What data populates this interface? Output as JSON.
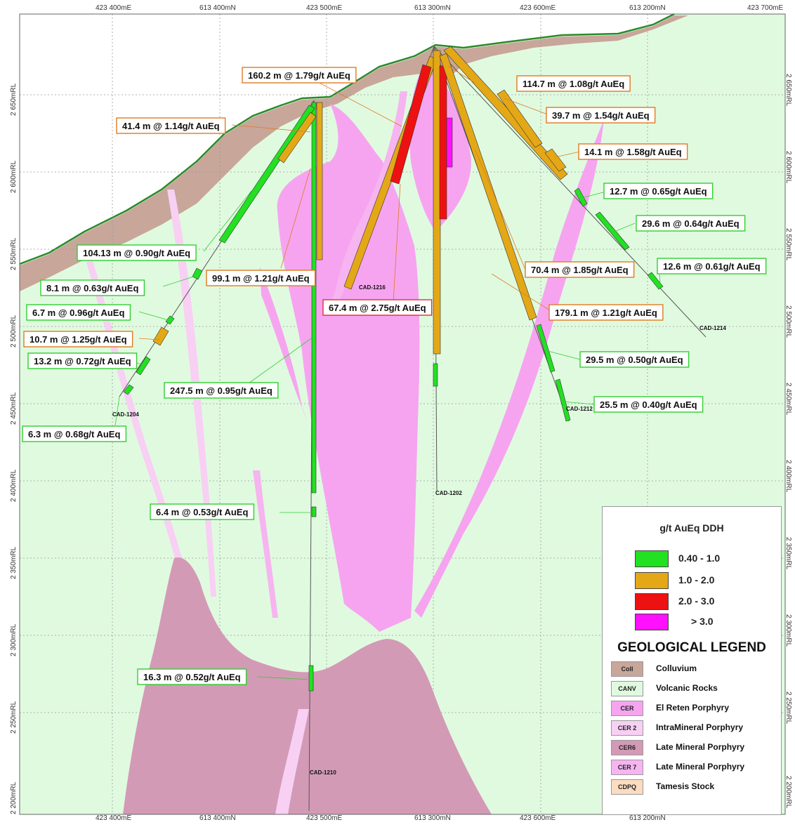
{
  "axes": {
    "top": [
      "423 400mE",
      "613 400mN",
      "423 500mE",
      "613 300mN",
      "423 600mE",
      "613 200mN",
      "423 700mE"
    ],
    "bottom": [
      "423 400mE",
      "613 400mN",
      "423 500mE",
      "613 300mN",
      "423 600mE",
      "613 200mN"
    ],
    "left": [
      "2 650mRL",
      "2 600mRL",
      "2 550mRL",
      "2 500mRL",
      "2 450mRL",
      "2 400mRL",
      "2 350mRL",
      "2 300mRL",
      "2 250mRL",
      "2 200mRL"
    ],
    "right": [
      "2 650mRL",
      "2 600mRL",
      "2 550mRL",
      "2 500mRL",
      "2 450mRL",
      "2 400mRL",
      "2 350mRL",
      "2 300mRL",
      "2 250mRL",
      "2 200mRL"
    ]
  },
  "drillholes": [
    "CAD-1216",
    "CAD-1214",
    "CAD-1212",
    "CAD-1202",
    "CAD-1204",
    "CAD-1210"
  ],
  "intercepts": [
    {
      "text": "160.2 m @ 1.79g/t AuEq",
      "border": "#e07b1f"
    },
    {
      "text": "114.7 m @ 1.08g/t AuEq",
      "border": "#e07b1f"
    },
    {
      "text": "41.4 m @ 1.14g/t AuEq",
      "border": "#e07b1f"
    },
    {
      "text": "39.7 m @ 1.54g/t AuEq",
      "border": "#e07b1f"
    },
    {
      "text": "14.1 m @ 1.58g/t AuEq",
      "border": "#e07b1f"
    },
    {
      "text": "12.7 m @ 0.65g/t AuEq",
      "border": "#2fcf2f"
    },
    {
      "text": "29.6 m @ 0.64g/t AuEq",
      "border": "#2fcf2f"
    },
    {
      "text": "104.13 m @ 0.90g/t AuEq",
      "border": "#2fcf2f"
    },
    {
      "text": "70.4 m @ 1.85g/t AuEq",
      "border": "#e07b1f"
    },
    {
      "text": "12.6 m @ 0.61g/t AuEq",
      "border": "#2fcf2f"
    },
    {
      "text": "99.1 m @ 1.21g/t AuEq",
      "border": "#e07b1f"
    },
    {
      "text": "8.1 m @ 0.63g/t AuEq",
      "border": "#2fcf2f"
    },
    {
      "text": "67.4 m @ 2.75g/t AuEq",
      "border": "#e03030"
    },
    {
      "text": "6.7 m @ 0.96g/t AuEq",
      "border": "#2fcf2f"
    },
    {
      "text": "179.1 m @ 1.21g/t AuEq",
      "border": "#e07b1f"
    },
    {
      "text": "10.7 m @ 1.25g/t AuEq",
      "border": "#e07b1f"
    },
    {
      "text": "13.2 m @ 0.72g/t AuEq",
      "border": "#2fcf2f"
    },
    {
      "text": "29.5 m @ 0.50g/t AuEq",
      "border": "#2fcf2f"
    },
    {
      "text": "247.5 m @ 0.95g/t AuEq",
      "border": "#2fcf2f"
    },
    {
      "text": "25.5 m @ 0.40g/t AuEq",
      "border": "#2fcf2f"
    },
    {
      "text": "6.3 m @ 0.68g/t AuEq",
      "border": "#2fcf2f"
    },
    {
      "text": "6.4 m @ 0.53g/t AuEq",
      "border": "#2fcf2f"
    },
    {
      "text": "16.3 m @ 0.52g/t AuEq",
      "border": "#2fcf2f"
    }
  ],
  "grade_legend": {
    "title": "g/t AuEq DDH",
    "items": [
      {
        "label": "0.40 - 1.0",
        "color": "#22e022"
      },
      {
        "label": "1.0 - 2.0",
        "color": "#e4a817"
      },
      {
        "label": "2.0 - 3.0",
        "color": "#ee1111"
      },
      {
        "label": "> 3.0",
        "color": "#ff10ff"
      }
    ]
  },
  "geo_legend": {
    "title": "GEOLOGICAL LEGEND",
    "items": [
      {
        "code": "Coll",
        "label": "Colluvium",
        "color": "#c8a69a"
      },
      {
        "code": "CANV",
        "label": "Volcanic Rocks",
        "color": "#e0fae0"
      },
      {
        "code": "CER",
        "label": "El Reten Porphyry",
        "color": "#f6a4f0"
      },
      {
        "code": "CER 2",
        "label": "IntraMineral Porphyry",
        "color": "#f8d0f4"
      },
      {
        "code": "CER6",
        "label": "Late Mineral Porphyry",
        "color": "#d39ab6"
      },
      {
        "code": "CER 7",
        "label": "Late Mineral Porphyry",
        "color": "#f6b4f0"
      },
      {
        "code": "CDPQ",
        "label": "Tamesis Stock",
        "color": "#fbdcc0"
      }
    ]
  }
}
